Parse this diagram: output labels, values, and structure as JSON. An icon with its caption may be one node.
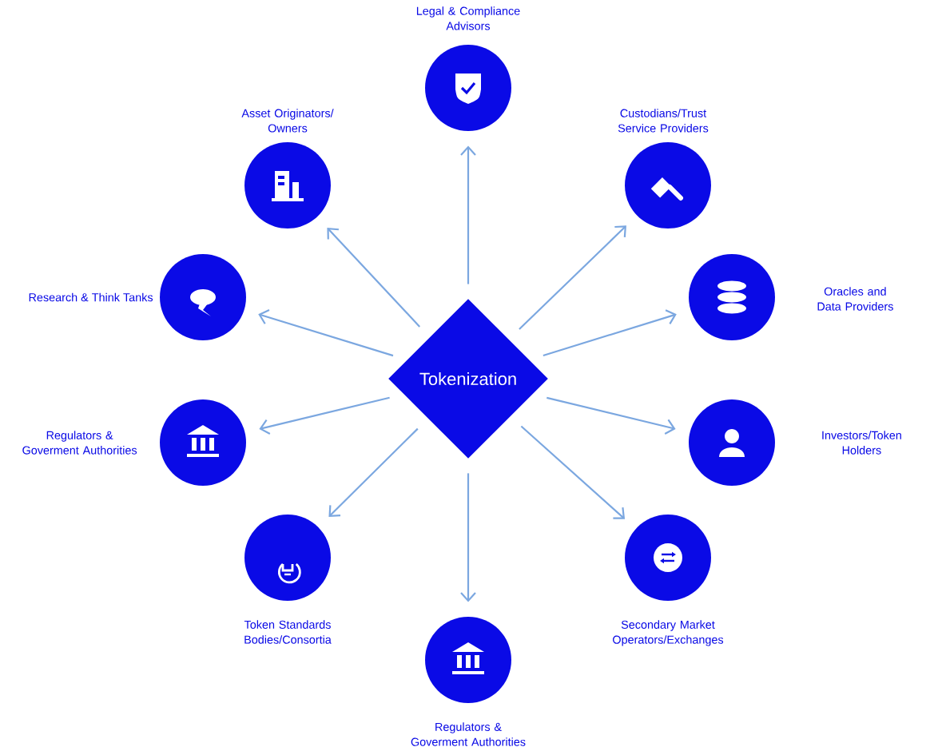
{
  "diagram": {
    "nodes": [
      {
        "text": [
          "Tokenization"
        ]
      },
      {
        "text": [
          "Legal & Compliance Advisors"
        ]
      },
      {
        "text": [
          "Asset Originators/ Owners"
        ]
      },
      {
        "text": [
          "Custodians/Trust Service Providers"
        ]
      },
      {
        "text": [
          "Research & Think Tanks"
        ]
      },
      {
        "text": [
          "Oracles and Data Providers"
        ]
      },
      {
        "text": [
          "Regulators & Goverment Authorities"
        ]
      },
      {
        "text": [
          "Investors/Token Holders"
        ]
      },
      {
        "text": [
          "Token Standards Bodies/Consortia"
        ]
      },
      {
        "text": [
          "Secondary Market Operators/Exchanges"
        ]
      },
      {
        "text": [
          "Regulators & Goverment Authorities"
        ]
      }
    ],
    "edges": [
      {
        "from": 0,
        "to": 1,
        "arrow": "to"
      },
      {
        "from": 0,
        "to": 2,
        "arrow": "to"
      },
      {
        "from": 0,
        "to": 3,
        "arrow": "to"
      },
      {
        "from": 0,
        "to": 4,
        "arrow": "to"
      },
      {
        "from": 0,
        "to": 5,
        "arrow": "to"
      },
      {
        "from": 0,
        "to": 6,
        "arrow": "to"
      },
      {
        "from": 0,
        "to": 7,
        "arrow": "to"
      },
      {
        "from": 0,
        "to": 8,
        "arrow": "to"
      },
      {
        "from": 0,
        "to": 9,
        "arrow": "to"
      },
      {
        "from": 0,
        "to": 10,
        "arrow": "to"
      }
    ]
  }
}
